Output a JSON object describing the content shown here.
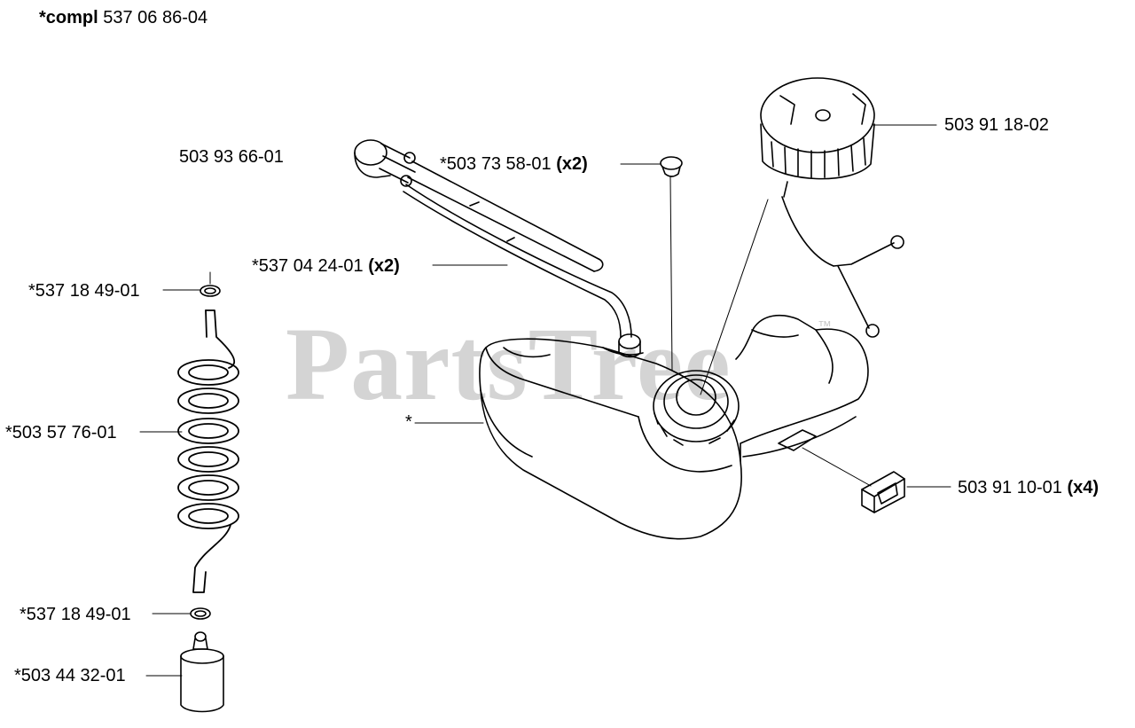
{
  "header": {
    "prefix": "*compl",
    "number": "537 06 86-04"
  },
  "watermark": {
    "text": "PartsTree",
    "mark": "™"
  },
  "parts": {
    "pickup_body": {
      "number": "503 93 66-01",
      "qty": ""
    },
    "grommet": {
      "number": "*503 73 58-01",
      "qty": "(x2)"
    },
    "fuel_cap": {
      "number": "503 91 18-02",
      "qty": ""
    },
    "fuel_hose": {
      "number": "*537 04 24-01",
      "qty": "(x2)"
    },
    "hose_clip_top": {
      "number": "*537 18 49-01",
      "qty": ""
    },
    "coiled_hose": {
      "number": "*503 57 76-01",
      "qty": ""
    },
    "tank": {
      "number": "*",
      "qty": ""
    },
    "rubber_mount": {
      "number": "503 91 10-01",
      "qty": "(x4)"
    },
    "hose_clip_bottom": {
      "number": "*537 18 49-01",
      "qty": ""
    },
    "fuel_filter": {
      "number": "*503 44 32-01",
      "qty": ""
    }
  },
  "colors": {
    "ink": "#000000",
    "watermark": "#d4d4d4",
    "background": "#ffffff"
  }
}
